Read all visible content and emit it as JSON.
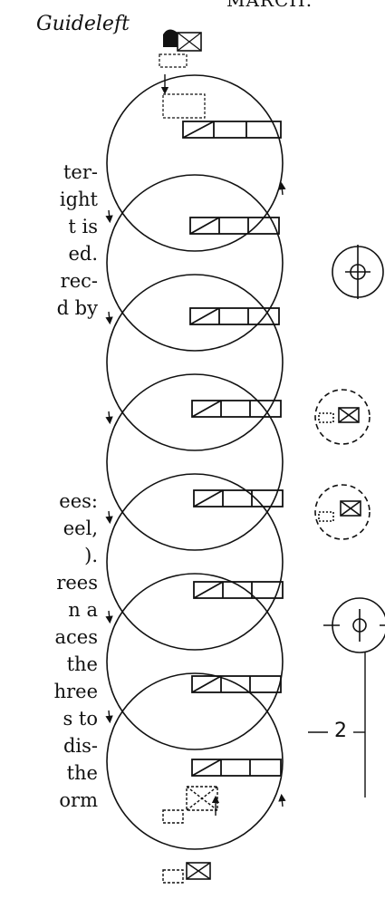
{
  "header_fragment": "MARCH.",
  "guide_label": "Guideleft",
  "left_text_fragments": [
    "ter-",
    "ight",
    "t is",
    "ed.",
    "rec-",
    "d by",
    "ees:",
    "eel,",
    ").",
    "rees",
    "n a",
    "aces",
    "the",
    "hree",
    "s to",
    "dis-",
    "the",
    "orm"
  ],
  "dimension_label": "2",
  "icons": [
    "circle-cross-symbol",
    "squad-formation-symbol",
    "squad-formation-symbol",
    "circle-cross-symbol"
  ]
}
